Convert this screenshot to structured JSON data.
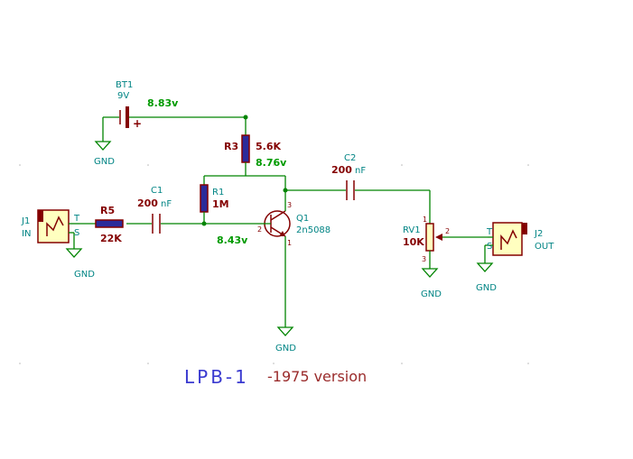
{
  "labels": {
    "bt1_ref": "BT1",
    "bt1_val": "9V",
    "v_batt": "8.83v",
    "r3_ref": "R3",
    "r3_val": "5.6K",
    "v_collector": "8.76v",
    "c2_ref": "C2",
    "c2_val": "200",
    "c2_unit": "nF",
    "r1_ref": "R1",
    "r1_val": "1M",
    "q1_ref": "Q1",
    "q1_val": "2n5088",
    "c1_ref": "C1",
    "c1_val": "200",
    "c1_unit": "nF",
    "r5_ref": "R5",
    "r5_val": "22K",
    "v_base": "8.43v",
    "j1_ref": "J1",
    "j1_val": "IN",
    "j2_ref": "J2",
    "j2_val": "OUT",
    "rv1_ref": "RV1",
    "rv1_val": "10K",
    "gnd": "GND",
    "pin_t": "T",
    "pin_s": "S",
    "pin_1": "1",
    "pin_2": "2",
    "pin_3": "3",
    "title_main": "LPB-1",
    "title_sub": "-1975 version"
  },
  "colors": {
    "wire": "#008400",
    "component": "#840000",
    "reference": "#008484",
    "voltage": "#009a00",
    "title": "#3a3ad0"
  }
}
